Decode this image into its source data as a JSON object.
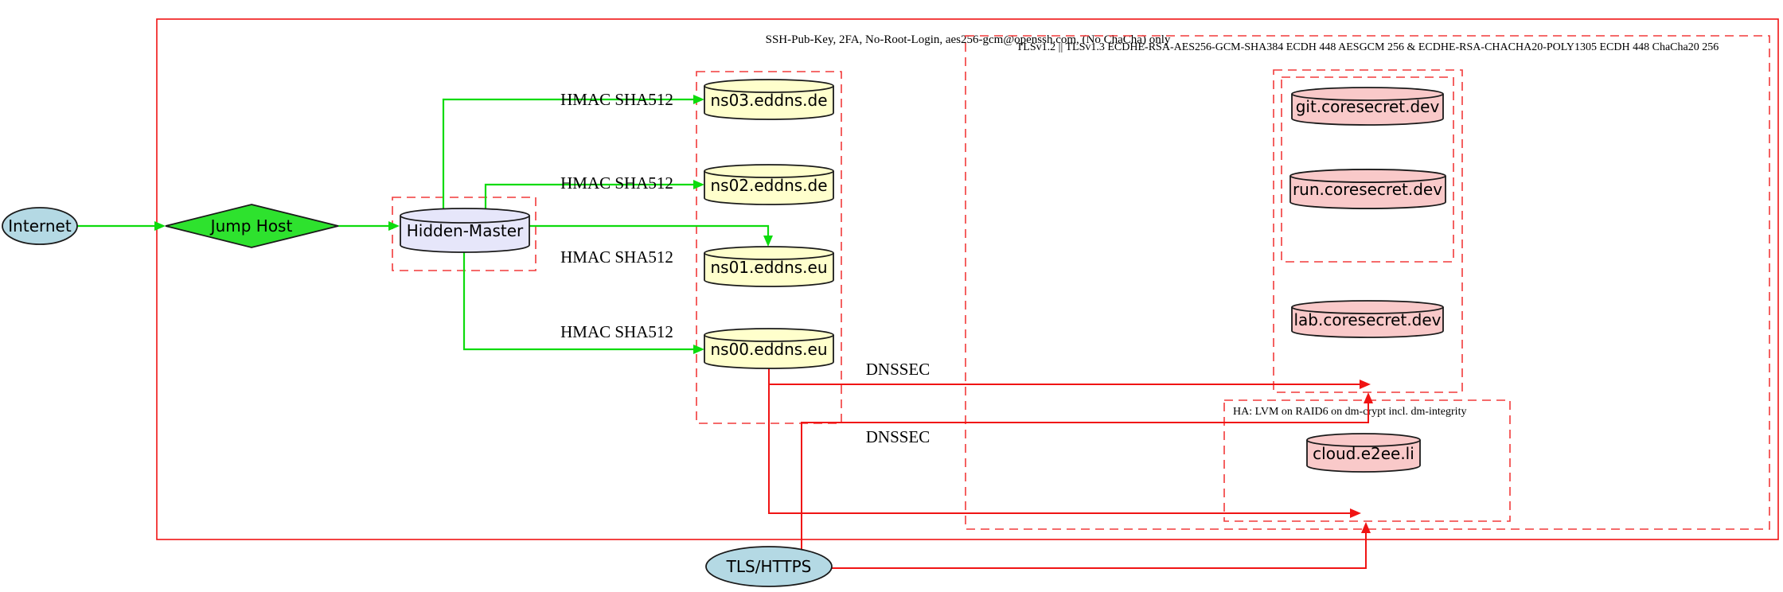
{
  "diagram": {
    "clusters": {
      "ssh_hardening": {
        "label": "SSH-Pub-Key, 2FA, No-Root-Login, aes256-gcm@openssh.com, (No ChaCha) only"
      },
      "tls_policy": {
        "label": "TLSv1.2 || TLSv1.3 ECDHE-RSA-AES256-GCM-SHA384 ECDH 448 AESGCM 256 & ECDHE-RSA-CHACHA20-POLY1305 ECDH 448 ChaCha20 256"
      },
      "ha_storage": {
        "label": "HA: LVM on RAID6 on dm-crypt incl. dm-integrity"
      }
    },
    "nodes": {
      "internet": {
        "label": "Internet"
      },
      "jump_host": {
        "label": "Jump Host"
      },
      "hidden_master": {
        "label": "Hidden-Master"
      },
      "ns03": {
        "label": "ns03.eddns.de"
      },
      "ns02": {
        "label": "ns02.eddns.de"
      },
      "ns01": {
        "label": "ns01.eddns.eu"
      },
      "ns00": {
        "label": "ns00.eddns.eu"
      },
      "git": {
        "label": "git.coresecret.dev"
      },
      "run": {
        "label": "run.coresecret.dev"
      },
      "lab": {
        "label": "lab.coresecret.dev"
      },
      "cloud": {
        "label": "cloud.e2ee.li"
      },
      "tls_https": {
        "label": "TLS/HTTPS"
      }
    },
    "edge_labels": {
      "hmac_ns03": "HMAC SHA512",
      "hmac_ns02": "HMAC SHA512",
      "hmac_ns01": "HMAC SHA512",
      "hmac_ns00": "HMAC SHA512",
      "dnssec_1": "DNSSEC",
      "dnssec_2": "DNSSEC"
    },
    "colors": {
      "red": "#f01414",
      "red_dash": "#f23a3a",
      "green": "#0ddb0d",
      "node_blue": "#b4d9e4",
      "node_green": "#2ee22e",
      "node_lavender": "#e6e6fa",
      "node_yellow": "#ffffcc",
      "node_pink": "#f9c9c9"
    }
  }
}
